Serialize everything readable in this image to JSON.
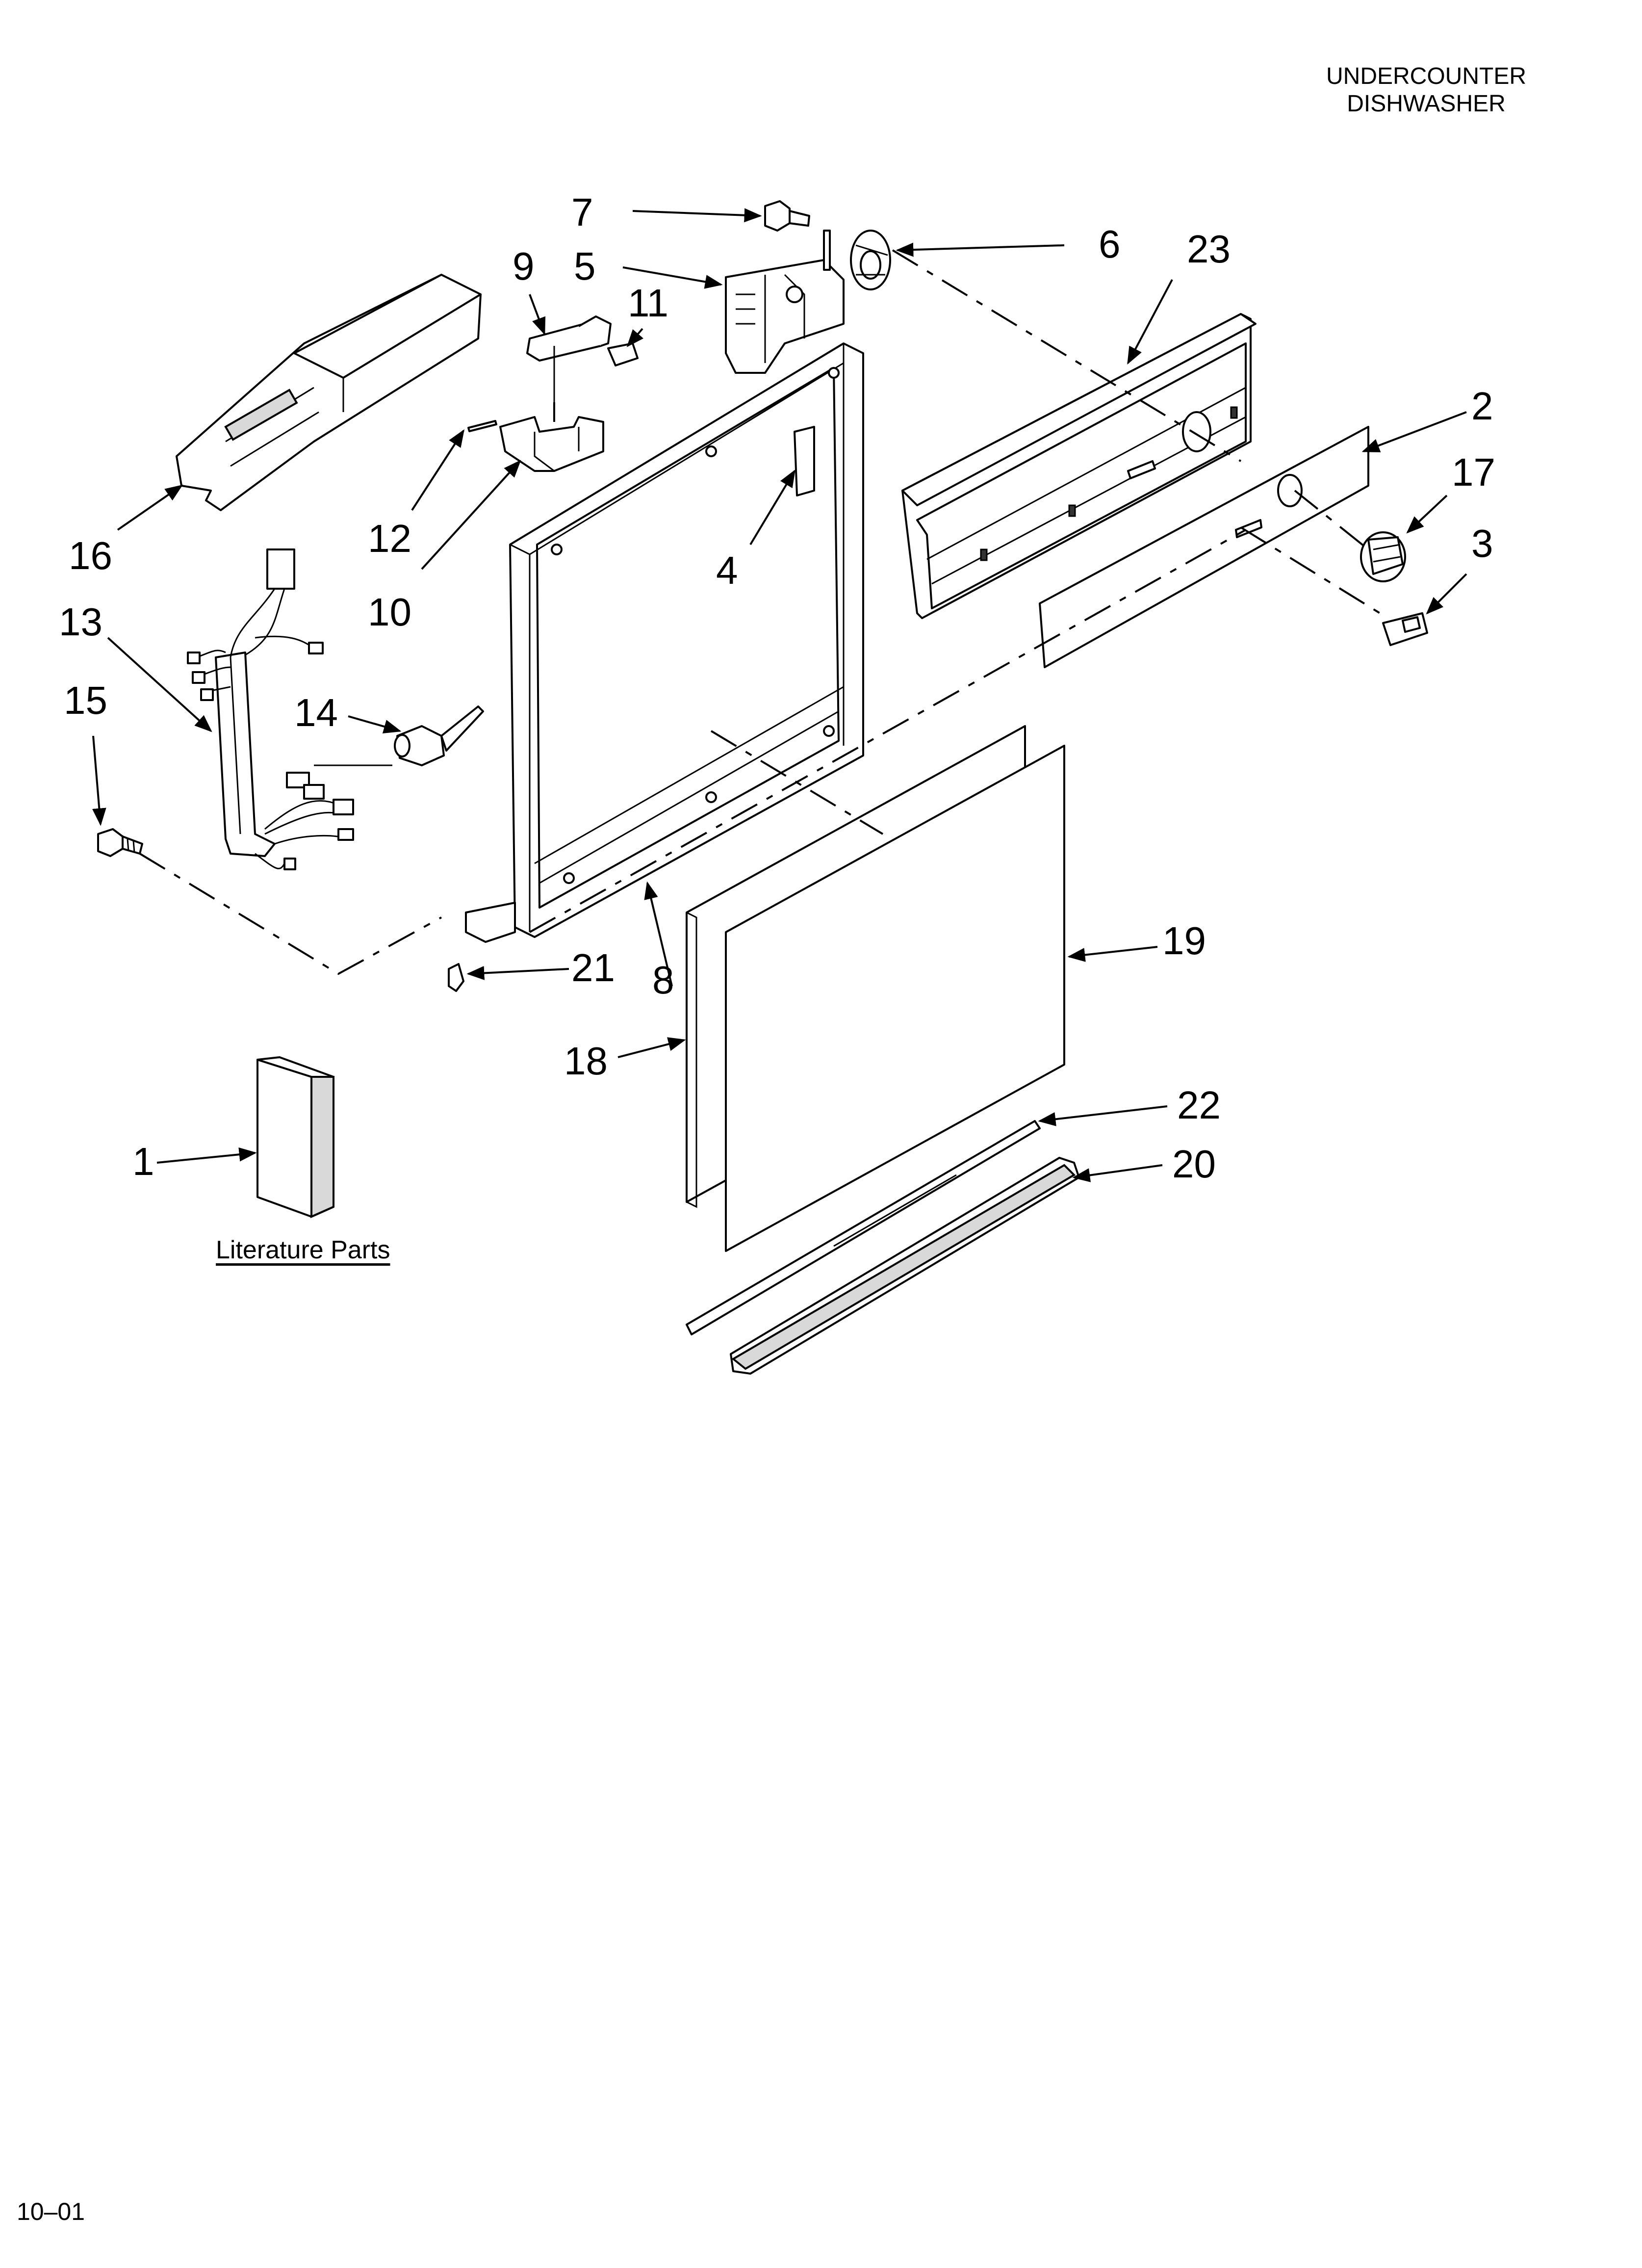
{
  "header": {
    "title_lines": [
      "UNDERCOUNTER",
      "DISHWASHER"
    ]
  },
  "footer": {
    "code": "10–01"
  },
  "literature": {
    "caption": "Literature Parts"
  },
  "callouts": [
    "1",
    "2",
    "3",
    "4",
    "5",
    "6",
    "7",
    "8",
    "9",
    "10",
    "11",
    "12",
    "13",
    "14",
    "15",
    "16",
    "17",
    "18",
    "19",
    "20",
    "21",
    "22",
    "23"
  ]
}
